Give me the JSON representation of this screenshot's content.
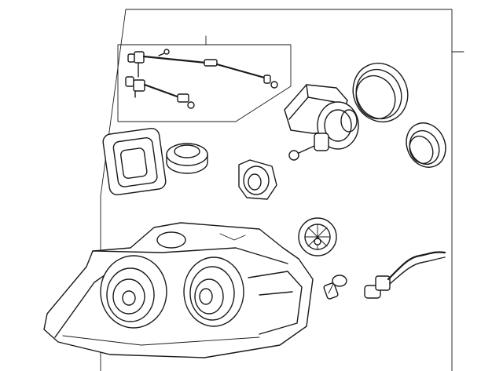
{
  "diagram": {
    "background": "#ffffff",
    "line_color": "#1a1a1a",
    "parts": [
      {
        "id": "leveling-link-kit",
        "icon": "leveling-rod-assembly"
      },
      {
        "id": "screw",
        "icon": "screw-icon"
      },
      {
        "id": "headlamp-assembly",
        "icon": "headlamp-housing"
      },
      {
        "id": "access-cover-rectangular",
        "icon": "rectangular-cap"
      },
      {
        "id": "access-cap-round-small",
        "icon": "round-cap"
      },
      {
        "id": "leveling-motor",
        "icon": "leveling-motor"
      },
      {
        "id": "access-cover-large-ring",
        "icon": "large-ring-cap"
      },
      {
        "id": "access-cap-ring-medium",
        "icon": "ring-cap"
      },
      {
        "id": "bulb-socket",
        "icon": "bulb-socket"
      },
      {
        "id": "adjuster-cap",
        "icon": "adjuster-cap"
      },
      {
        "id": "side-marker-bulb",
        "icon": "wedge-bulb"
      },
      {
        "id": "socket-with-harness",
        "icon": "socket-harness"
      }
    ]
  }
}
